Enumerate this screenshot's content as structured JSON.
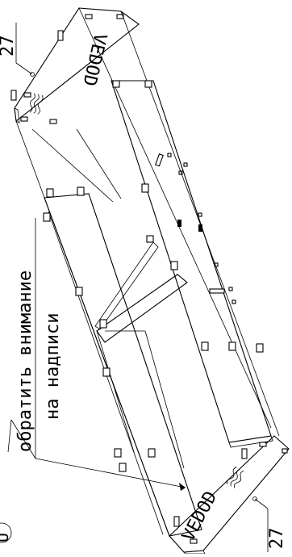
{
  "drawing": {
    "note_line_1": "обратить внимание",
    "note_line_2": "на надписи",
    "callout_top": "27",
    "callout_bottom": "27",
    "logo_text_top": "VEDOD",
    "logo_text_bottom": "VEDOD",
    "corner_label": "U"
  }
}
